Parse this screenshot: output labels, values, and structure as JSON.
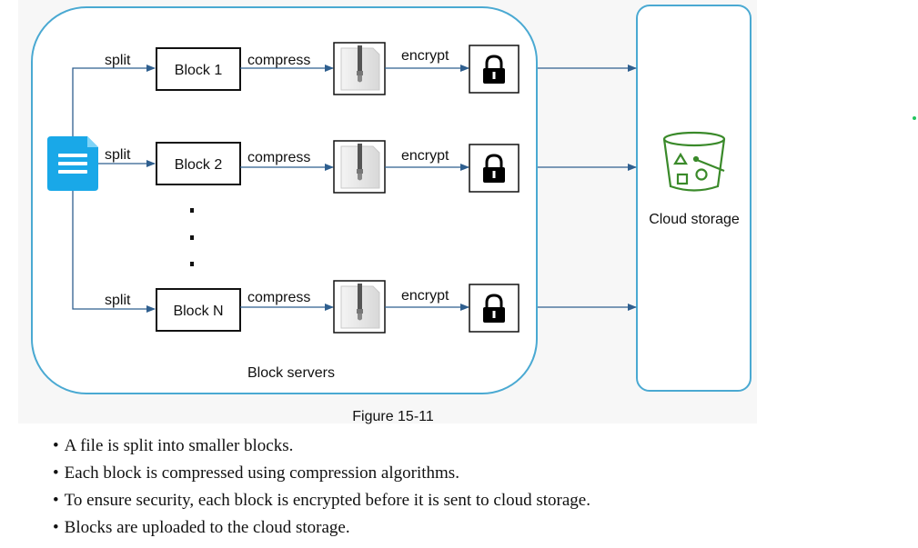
{
  "diagram": {
    "split_label": "split",
    "compress_label": "compress",
    "encrypt_label": "encrypt",
    "blocks": [
      "Block 1",
      "Block 2",
      "Block N"
    ],
    "ellipsis": "⋮",
    "group_label": "Block servers",
    "storage_label": "Cloud storage",
    "caption": "Figure 15-11"
  },
  "colors": {
    "border": "#4aa9d2",
    "arrow": "#2f5f8f",
    "file_icon": "#19a8e8",
    "bucket": "#3a8a2a",
    "background": "#f7f7f7"
  },
  "bullets": [
    "A file is split into smaller blocks.",
    "Each block is compressed using compression algorithms.",
    "To ensure security, each block is encrypted before it is sent to cloud storage.",
    "Blocks are uploaded to the cloud storage."
  ],
  "bullet_marker": "•"
}
